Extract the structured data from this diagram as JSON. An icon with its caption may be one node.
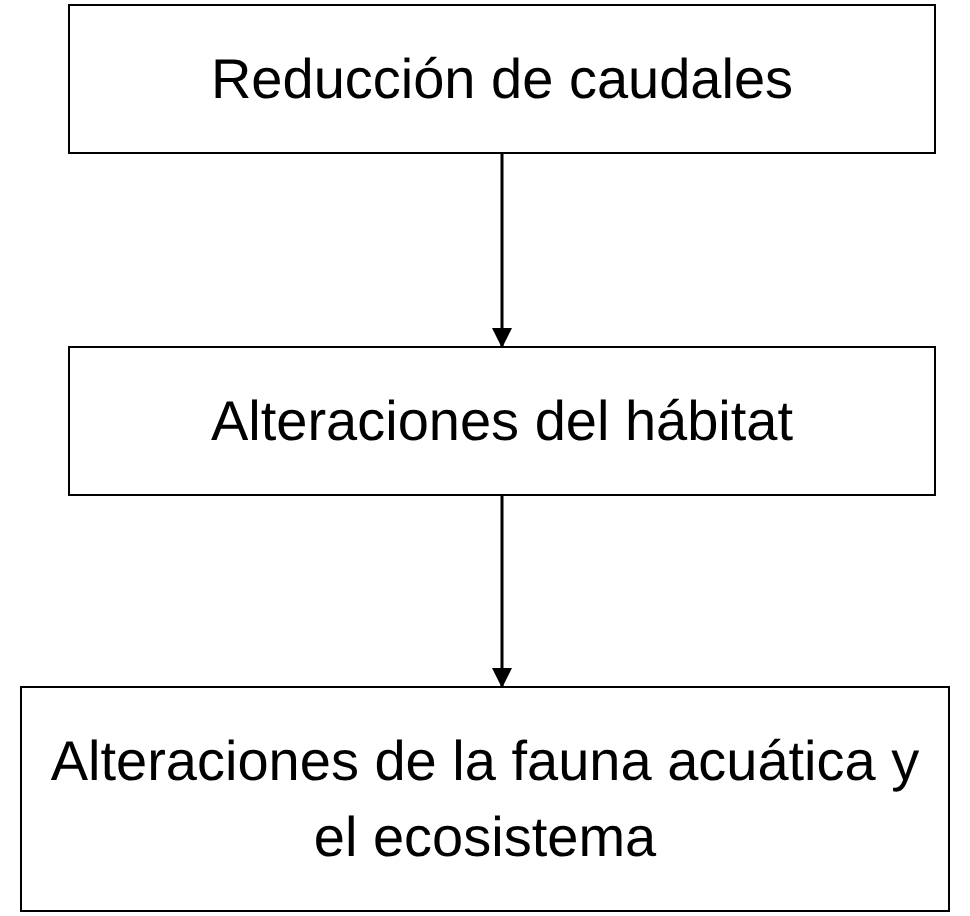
{
  "diagram": {
    "nodes": [
      {
        "text": [
          "Reducción de caudales"
        ]
      },
      {
        "text": [
          "Alteraciones del hábitat"
        ]
      },
      {
        "text": [
          "Alteraciones de la fauna acuática y el ecosistema"
        ]
      }
    ],
    "edges": [
      {
        "from": 0,
        "to": 1,
        "arrow": "to"
      },
      {
        "from": 1,
        "to": 2,
        "arrow": "to"
      }
    ]
  }
}
